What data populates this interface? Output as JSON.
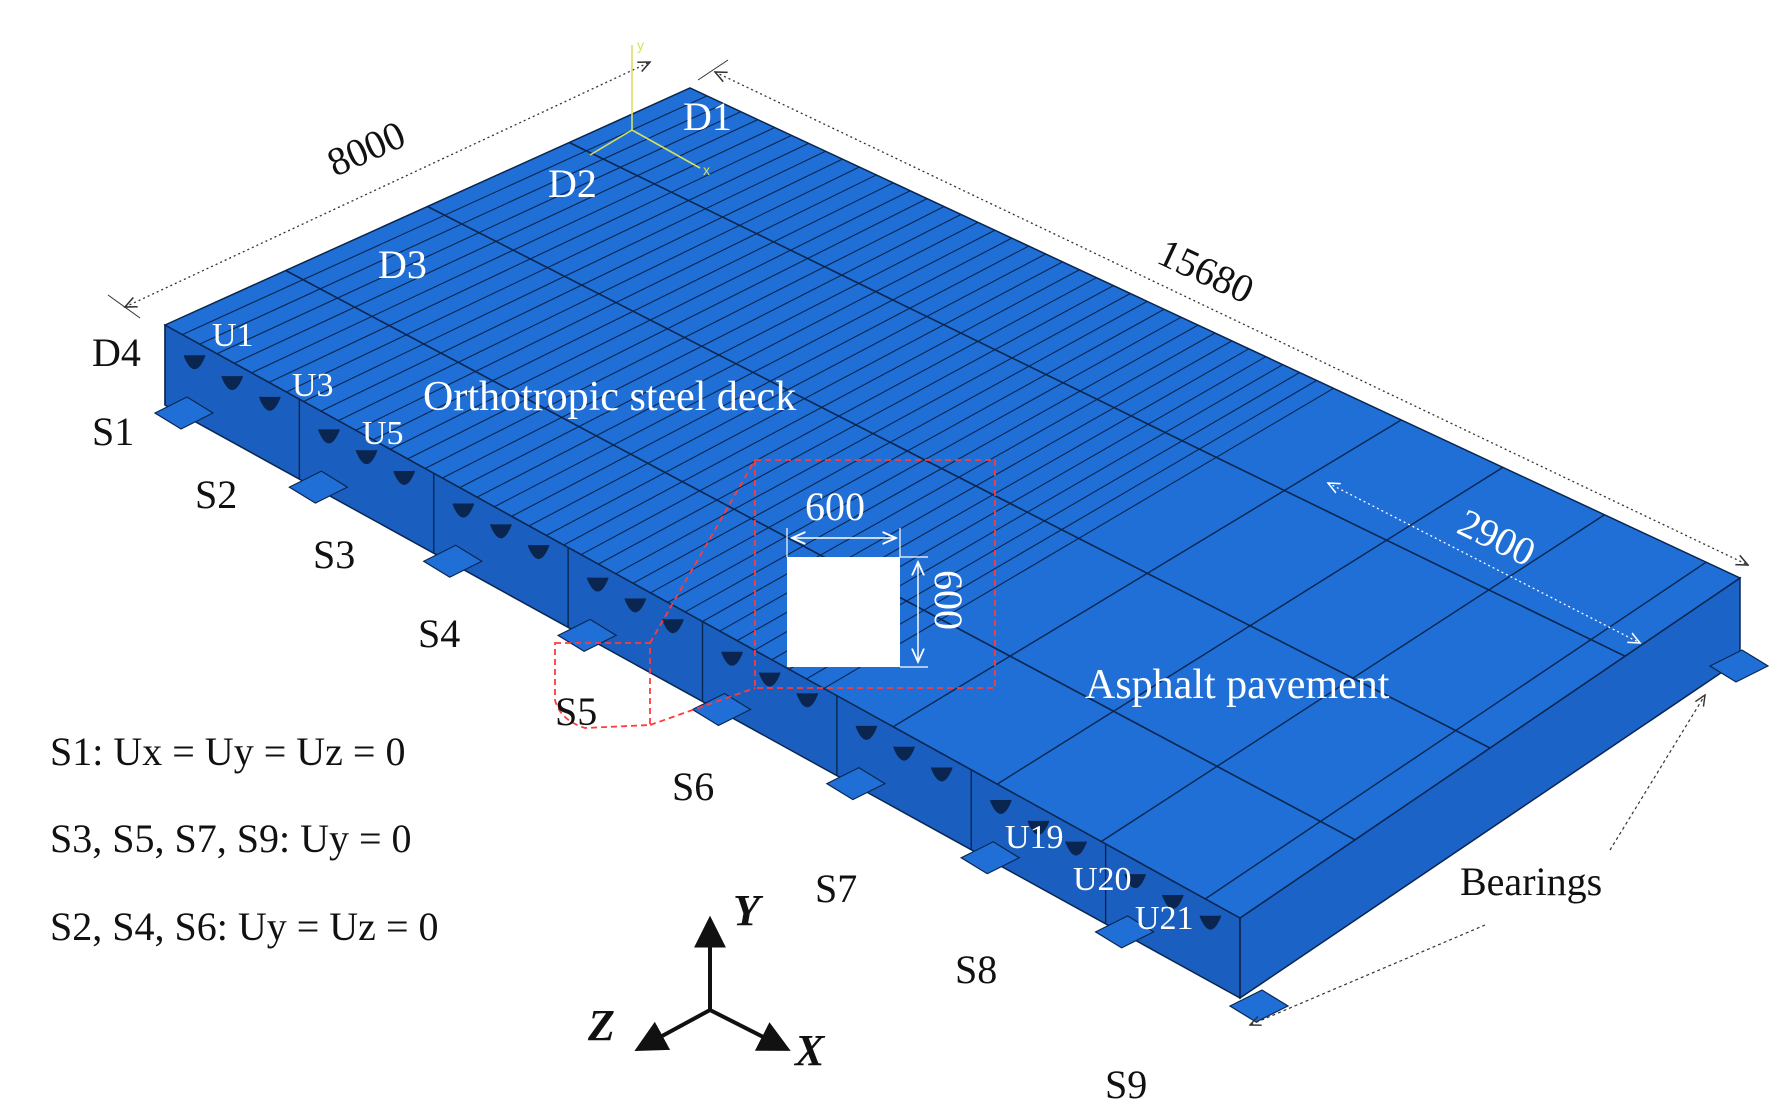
{
  "figure": {
    "model": {
      "deck_label": "Orthotropic steel deck",
      "pavement_label": "Asphalt pavement",
      "bearings_label": "Bearings",
      "deck_color": "#1f6fd6",
      "top_line_color": "#0a2650",
      "patch_outline_color": "#ff3b3b"
    },
    "dimensions": {
      "width": "8000",
      "length": "15680",
      "pavement_segment": "2900",
      "patch_x": "600",
      "patch_z": "600"
    },
    "diaphragms": [
      "D1",
      "D2",
      "D3",
      "D4"
    ],
    "ribs": [
      "U1",
      "U3",
      "U5",
      "U19",
      "U20",
      "U21"
    ],
    "supports": [
      "S1",
      "S2",
      "S3",
      "S4",
      "S5",
      "S6",
      "S7",
      "S8",
      "S9"
    ],
    "boundary_conditions": [
      "S1: Ux = Uy = Uz = 0",
      "S3, S5, S7, S9: Uy = 0",
      "S2, S4, S6: Uy = Uz = 0"
    ],
    "axes": {
      "y": "Y",
      "z": "Z",
      "x": "X"
    },
    "small_axes": {
      "y": "y",
      "x": "x"
    }
  }
}
